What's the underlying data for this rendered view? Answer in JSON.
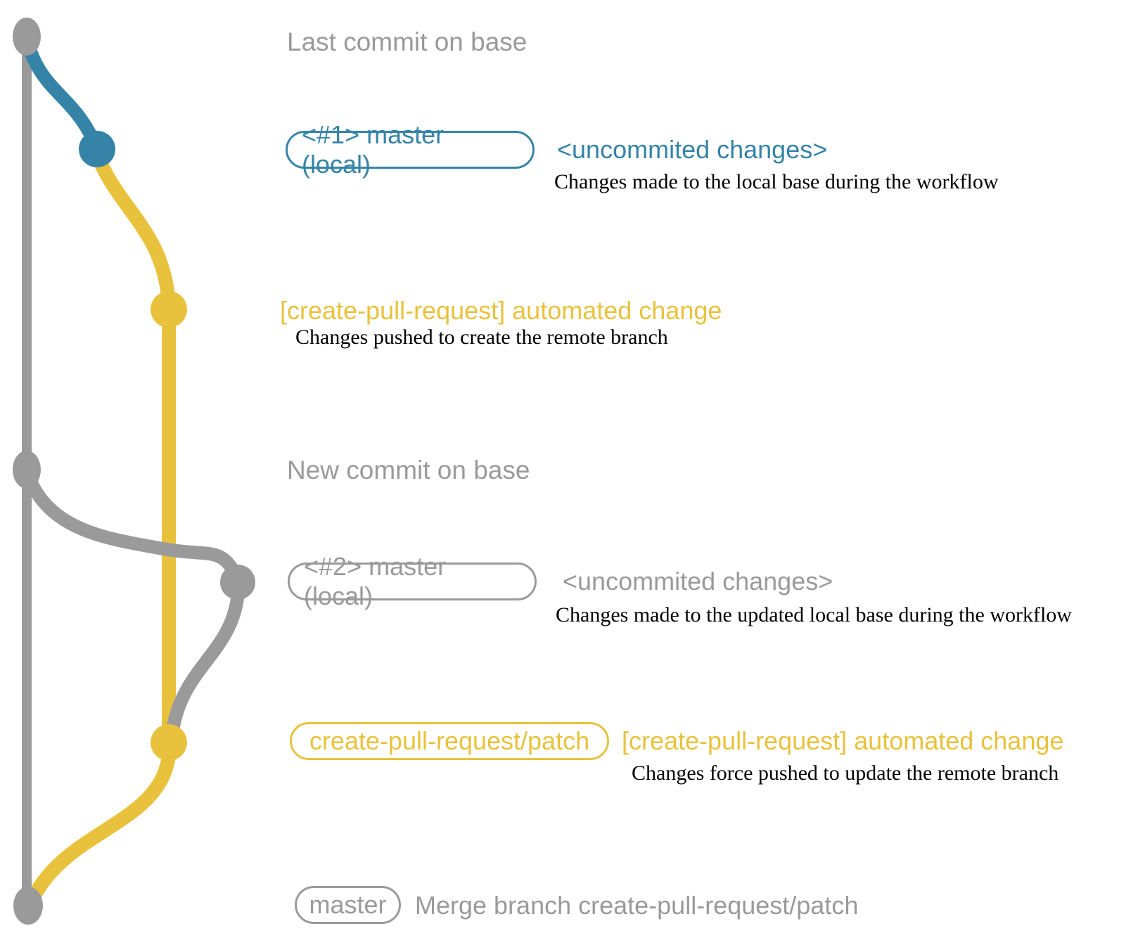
{
  "colors": {
    "base_gray": "#9a9a9a",
    "branch_blue": "#3584a7",
    "branch_yellow": "#e9c23d",
    "description_black": "#000000"
  },
  "headers": {
    "last_commit": "Last commit on base",
    "new_commit": "New commit on base"
  },
  "row1": {
    "branch_label": "<#1> master (local)",
    "annotation": "<uncommited changes>",
    "description": "Changes made to the local base during the workflow"
  },
  "row2": {
    "annotation": "[create-pull-request] automated change",
    "description": "Changes pushed to create the remote branch"
  },
  "row3": {
    "branch_label": "<#2> master (local)",
    "annotation": "<uncommited changes>",
    "description": "Changes made to the updated local base during the workflow"
  },
  "row4": {
    "branch_label": "create-pull-request/patch",
    "annotation": "[create-pull-request] automated change",
    "description": "Changes force pushed to update the remote branch"
  },
  "row5": {
    "branch_label": "master",
    "annotation": "Merge branch create-pull-request/patch"
  }
}
